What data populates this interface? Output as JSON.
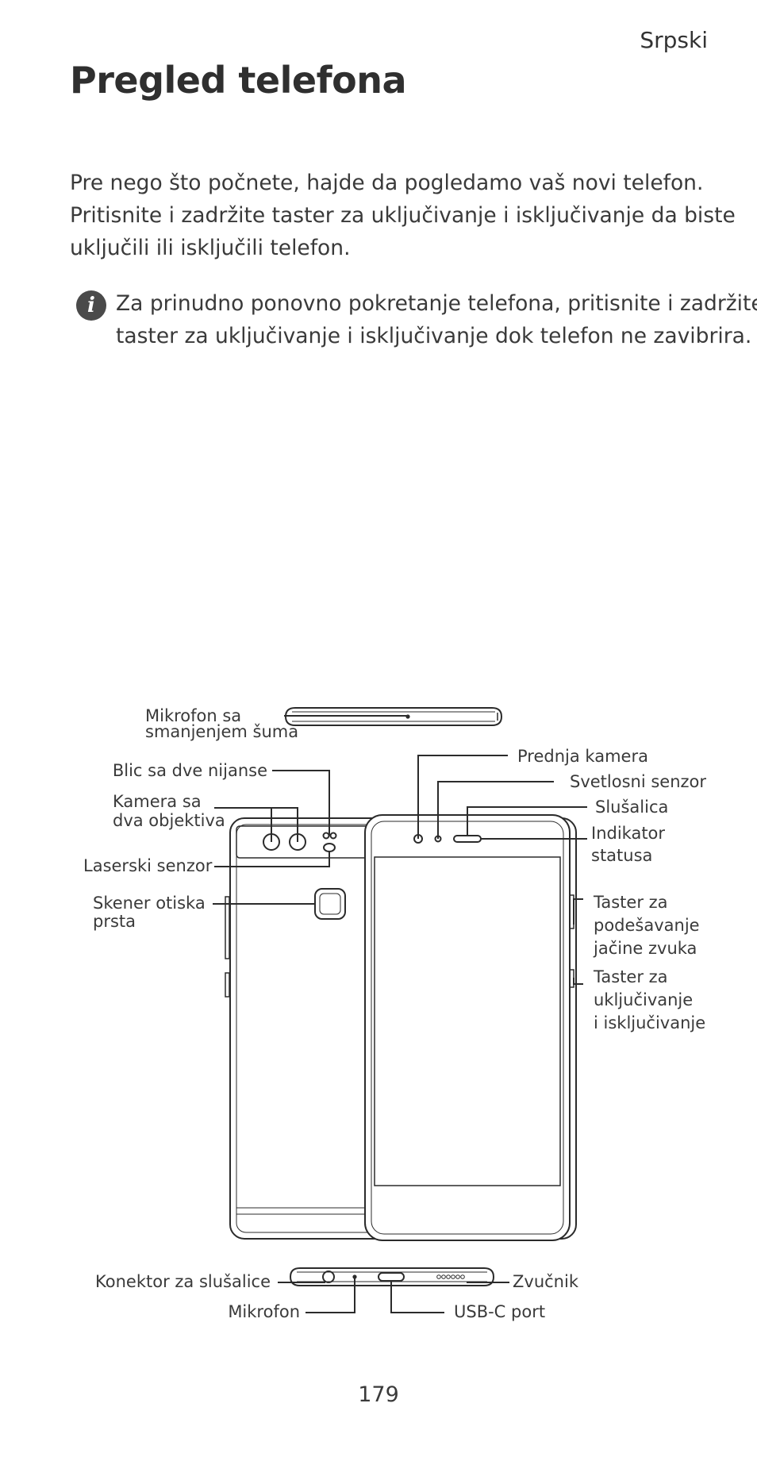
{
  "header": {
    "language": "Srpski"
  },
  "title": "Pregled telefona",
  "intro": {
    "lines": [
      "Pre nego što počnete, hajde da pogledamo vaš novi telefon.",
      "Pritisnite i zadržite taster za uključivanje i isključivanje da biste",
      "uključili ili isključili telefon."
    ]
  },
  "note": {
    "icon": "info-icon",
    "lines": [
      "Za prinudno ponovno pokretanje telefona, pritisnite i zadržite",
      "taster za uključivanje i isključivanje dok telefon ne zavibrira."
    ]
  },
  "diagram": {
    "labels": {
      "noise_mic": [
        "Mikrofon sa",
        "smanjenjem šuma"
      ],
      "flash": [
        "Blic sa dve nijanse"
      ],
      "dual_camera": [
        "Kamera sa",
        "dva objektiva"
      ],
      "laser": [
        "Laserski senzor"
      ],
      "fingerprint": [
        "Skener otiska",
        "prsta"
      ],
      "front_camera": [
        "Prednja kamera"
      ],
      "light_sensor": [
        "Svetlosni senzor"
      ],
      "earpiece": [
        "Slušalica"
      ],
      "status_indicator": [
        "Indikator",
        "statusa"
      ],
      "volume": [
        "Taster za",
        "podešavanje",
        "jačine zvuka"
      ],
      "power": [
        "Taster za",
        "uključivanje",
        "i isključivanje"
      ],
      "headset": [
        "Konektor za slušalice"
      ],
      "mic": [
        "Mikrofon"
      ],
      "speaker": [
        "Zvučnik"
      ],
      "usb": [
        "USB-C port"
      ]
    }
  },
  "page_number": "179"
}
